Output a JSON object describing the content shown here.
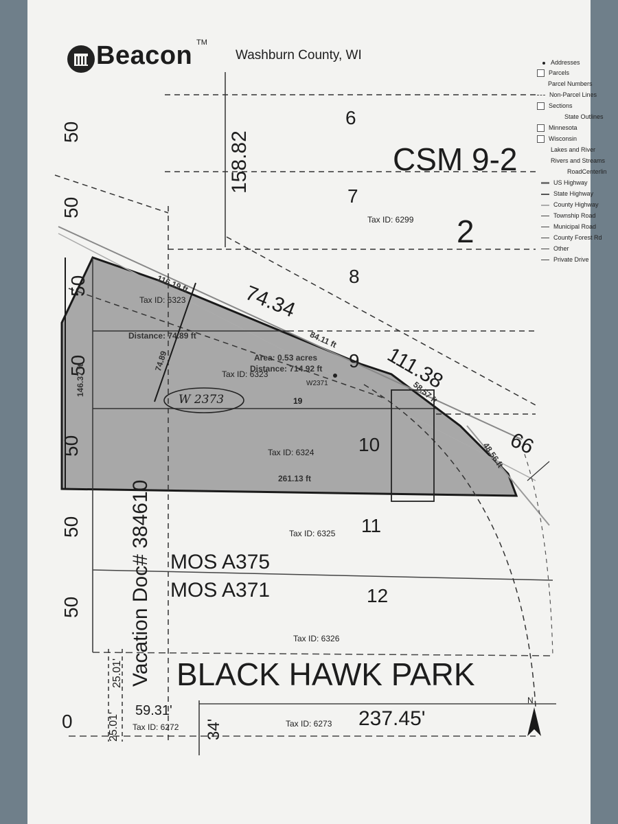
{
  "header": {
    "brand": "Beacon",
    "trademark": "TM",
    "county": "Washburn County, WI"
  },
  "legend": [
    {
      "label": "Addresses",
      "symbol": "dot-icon"
    },
    {
      "label": "Parcels",
      "symbol": "square-icon"
    },
    {
      "label": "Parcel Numbers",
      "symbol": "none"
    },
    {
      "label": "Non-Parcel Lines",
      "symbol": "dashed-line-icon"
    },
    {
      "label": "Sections",
      "symbol": "square-icon"
    },
    {
      "label": "State Outlines",
      "symbol": "none"
    },
    {
      "label": "Minnesota",
      "symbol": "square-icon"
    },
    {
      "label": "Wisconsin",
      "symbol": "square-icon"
    },
    {
      "label": "Lakes and River",
      "symbol": "none"
    },
    {
      "label": "Rivers and Streams",
      "symbol": "none"
    },
    {
      "label": "RoadCenterlin",
      "symbol": "none"
    },
    {
      "label": "US Highway",
      "symbol": "thick-line-icon"
    },
    {
      "label": "State Highway",
      "symbol": "medium-line-icon"
    },
    {
      "label": "County Highway",
      "symbol": "gray-line-icon"
    },
    {
      "label": "Township Road",
      "symbol": "thin-line-icon"
    },
    {
      "label": "Municipal Road",
      "symbol": "thin-line-icon"
    },
    {
      "label": "County Forest Rd",
      "symbol": "thin-line-icon"
    },
    {
      "label": "Other",
      "symbol": "thin-line-icon"
    },
    {
      "label": "Private Drive",
      "symbol": "thin-line-icon"
    }
  ],
  "map": {
    "lot_widths": [
      "50",
      "50",
      "50",
      "50",
      "50",
      "50",
      "50"
    ],
    "left_zero": "0",
    "dim_158": "158.82",
    "csm": "CSM 9-2",
    "block2": "2",
    "lot_numbers": [
      "6",
      "7",
      "8",
      "9",
      "10",
      "11",
      "12"
    ],
    "tax_ids": {
      "t6299": "Tax ID: 6299",
      "t6323": "Tax ID: 6323",
      "t6323b": "Tax ID: 6323",
      "t6324": "Tax ID: 6324",
      "t6325": "Tax ID: 6325",
      "t6326": "Tax ID: 6326",
      "t6272": "Tax ID: 6272",
      "t6273": "Tax ID: 6273"
    },
    "dims": {
      "d116": "116.19 ft",
      "d74_34": "74.34",
      "distance1": "Distance: 74.89 ft",
      "d74_89v": "74.89",
      "d84": "84.11 ft",
      "area": "Area: 0.53 acres",
      "distance2": "Distance: 714.92 ft",
      "d111": "111.38",
      "d58": "58.57 ft",
      "d66": "66",
      "d48": "48.56 ft",
      "d146": "146.37 ft",
      "d261": "261.13 ft",
      "d25a": "25.01'",
      "d25b": "25.01'",
      "d59": "59.31'",
      "d237": "237.45'",
      "d34": "34'"
    },
    "address_small": "W2371",
    "address_hand": "W 2373",
    "lot19": "19",
    "vacation": "Vacation Doc# 384610",
    "mos1": "MOS A375",
    "mos2": "MOS A371",
    "park": "BLACK HAWK PARK",
    "north": "N"
  }
}
